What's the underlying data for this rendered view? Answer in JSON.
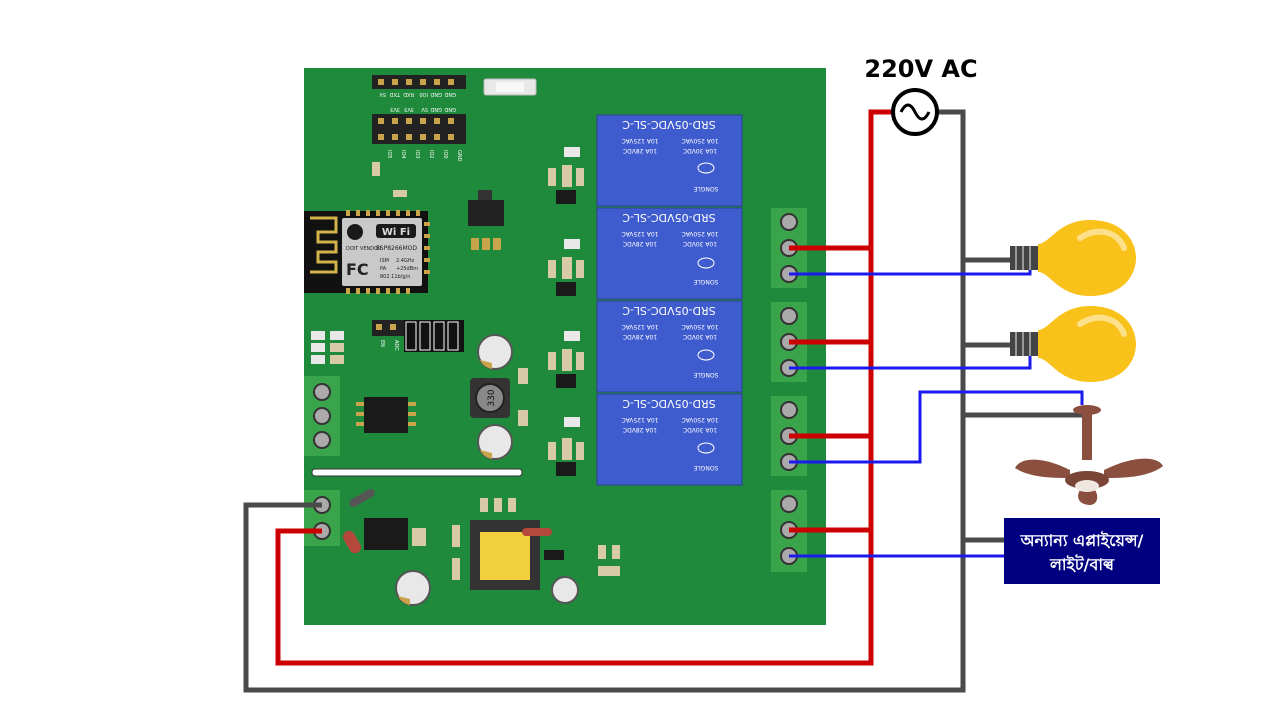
{
  "supply": {
    "label": "220V AC",
    "symbol": "ac-source"
  },
  "board": {
    "name": "ESP8266 4-channel relay board",
    "header_top_labels": [
      "GND",
      "GND",
      "IO0",
      "RXD",
      "TXD",
      "5V"
    ],
    "header_mid_labels": [
      "GND",
      "GND",
      "5V",
      "3V3",
      "3V3"
    ],
    "header_bottom_labels": [
      "GND",
      "IO0",
      "IO2",
      "IO3",
      "IO4",
      "IO5"
    ],
    "prog_header_labels": [
      "EN",
      "ADC"
    ],
    "inductor_label": "330",
    "module": {
      "wifi": "Wi Fi",
      "model": "ESP8266MOD",
      "vendor": "DOIT VENDOR",
      "fc": "FC",
      "ism": "ISM",
      "pa": "PA",
      "freq": "2.4GHz",
      "power": "+25dBm",
      "std": "802.11b/g/n"
    },
    "relay": {
      "model": "SRD-05VDC-SL-C",
      "rating1": "10A 250VAC",
      "rating2": "10A 125VAC",
      "rating3": "10A 30VDC",
      "rating4": "10A 28VDC",
      "brand": "SONGLE"
    }
  },
  "loads": [
    {
      "name": "bulb",
      "icon": "light-bulb-icon"
    },
    {
      "name": "bulb",
      "icon": "light-bulb-icon"
    },
    {
      "name": "fan",
      "icon": "ceiling-fan-icon"
    }
  ],
  "other_device_label": {
    "line1": "অন্যান্য এপ্লাইয়েন্স/",
    "line2": "লাইট/বাল্ব"
  },
  "colors": {
    "board": "#1f8a3c",
    "relay": "#3f5ccf",
    "terminal": "#3aa44a",
    "phase_wire": "#cc0000",
    "neutral_wire": "#4a4a4a",
    "switched_wire": "#1a1aee",
    "bulb": "#f9c21a",
    "fan": "#8a4f3f",
    "label_box": "#000080"
  }
}
